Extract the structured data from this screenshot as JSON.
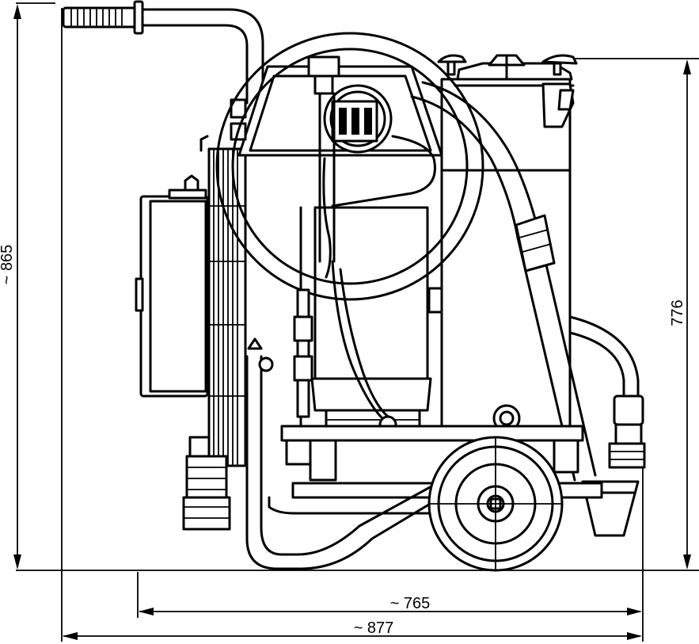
{
  "dimensions": {
    "total_height": "~ 865",
    "frame_height": "776",
    "wheelbase_width": "~ 765",
    "total_width": "~ 877"
  }
}
